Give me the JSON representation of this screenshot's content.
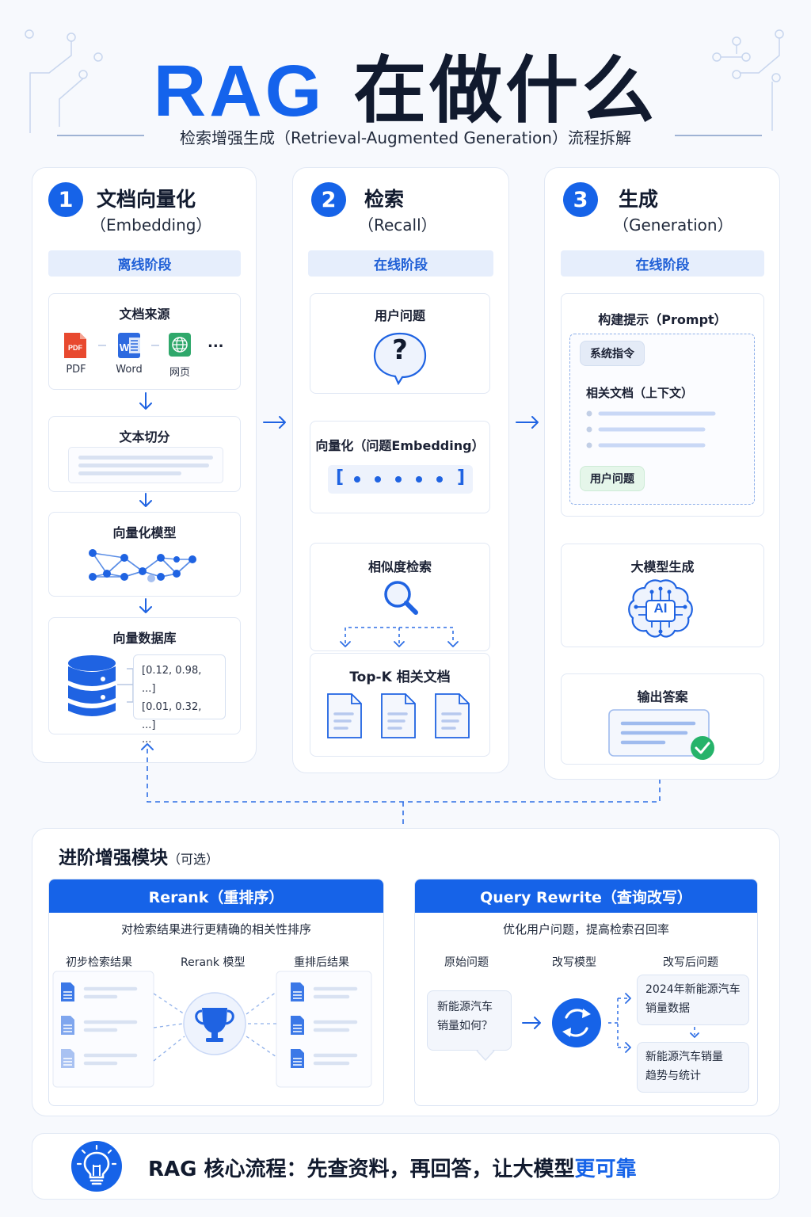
{
  "header": {
    "title_rag": "RAG",
    "title_zh": "在做什么",
    "subtitle": "检索增强生成（Retrieval-Augmented Generation）流程拆解"
  },
  "columns": [
    {
      "number": "1",
      "title": "文档向量化",
      "subtitle": "（Embedding）",
      "stage": "离线阶段",
      "cards": {
        "sources_title": "文档来源",
        "sources": [
          {
            "label": "PDF",
            "icon": "pdf-icon",
            "badge": "PDF"
          },
          {
            "label": "Word",
            "icon": "word-icon",
            "badge": "W"
          },
          {
            "label": "网页",
            "icon": "globe-icon"
          }
        ],
        "more": "...",
        "split_title": "文本切分",
        "model_title": "向量化模型",
        "db_title": "向量数据库",
        "db_values": [
          "[0.12, 0.98, ...]",
          "[0.01, 0.32, ...]",
          "..."
        ]
      }
    },
    {
      "number": "2",
      "title": "检索",
      "subtitle": "（Recall）",
      "stage": "在线阶段",
      "cards": {
        "question_title": "用户问题",
        "question_mark": "?",
        "embed_title": "向量化（问题Embedding）",
        "vector_open": "[",
        "vector_close": "]",
        "search_title": "相似度检索",
        "topk_title": "Top-K 相关文档"
      }
    },
    {
      "number": "3",
      "title": "生成",
      "subtitle": "（Generation）",
      "stage": "在线阶段",
      "cards": {
        "prompt_title": "构建提示（Prompt）",
        "system_pill": "系统指令",
        "context_label": "相关文档（上下文）",
        "user_pill": "用户问题",
        "llm_title": "大模型生成",
        "ai_label": "AI",
        "output_title": "输出答案"
      }
    }
  ],
  "advanced": {
    "title": "进阶增强模块",
    "title_sub": "（可选）",
    "rerank": {
      "head": "Rerank（重排序）",
      "desc": "对检索结果进行更精确的相关性排序",
      "labels": [
        "初步检索结果",
        "Rerank 模型",
        "重排后结果"
      ]
    },
    "rewrite": {
      "head": "Query Rewrite（查询改写）",
      "desc": "优化用户问题，提高检索召回率",
      "labels": [
        "原始问题",
        "改写模型",
        "改写后问题"
      ],
      "original": [
        "新能源汽车",
        "销量如何？"
      ],
      "rewritten_1": [
        "2024年新能源汽车",
        "销量数据"
      ],
      "rewritten_2": [
        "新能源汽车销量",
        "趋势与统计"
      ]
    }
  },
  "footer": {
    "text_main": "RAG 核心流程：先查资料，再回答，让大模型",
    "text_highlight": "更可靠"
  },
  "colors": {
    "accent": "#1663e8",
    "light_blue": "#e6eefc",
    "success": "#26b36a",
    "pdf": "#e8492f",
    "word": "#2d6ae0",
    "web": "#2fa86b"
  }
}
